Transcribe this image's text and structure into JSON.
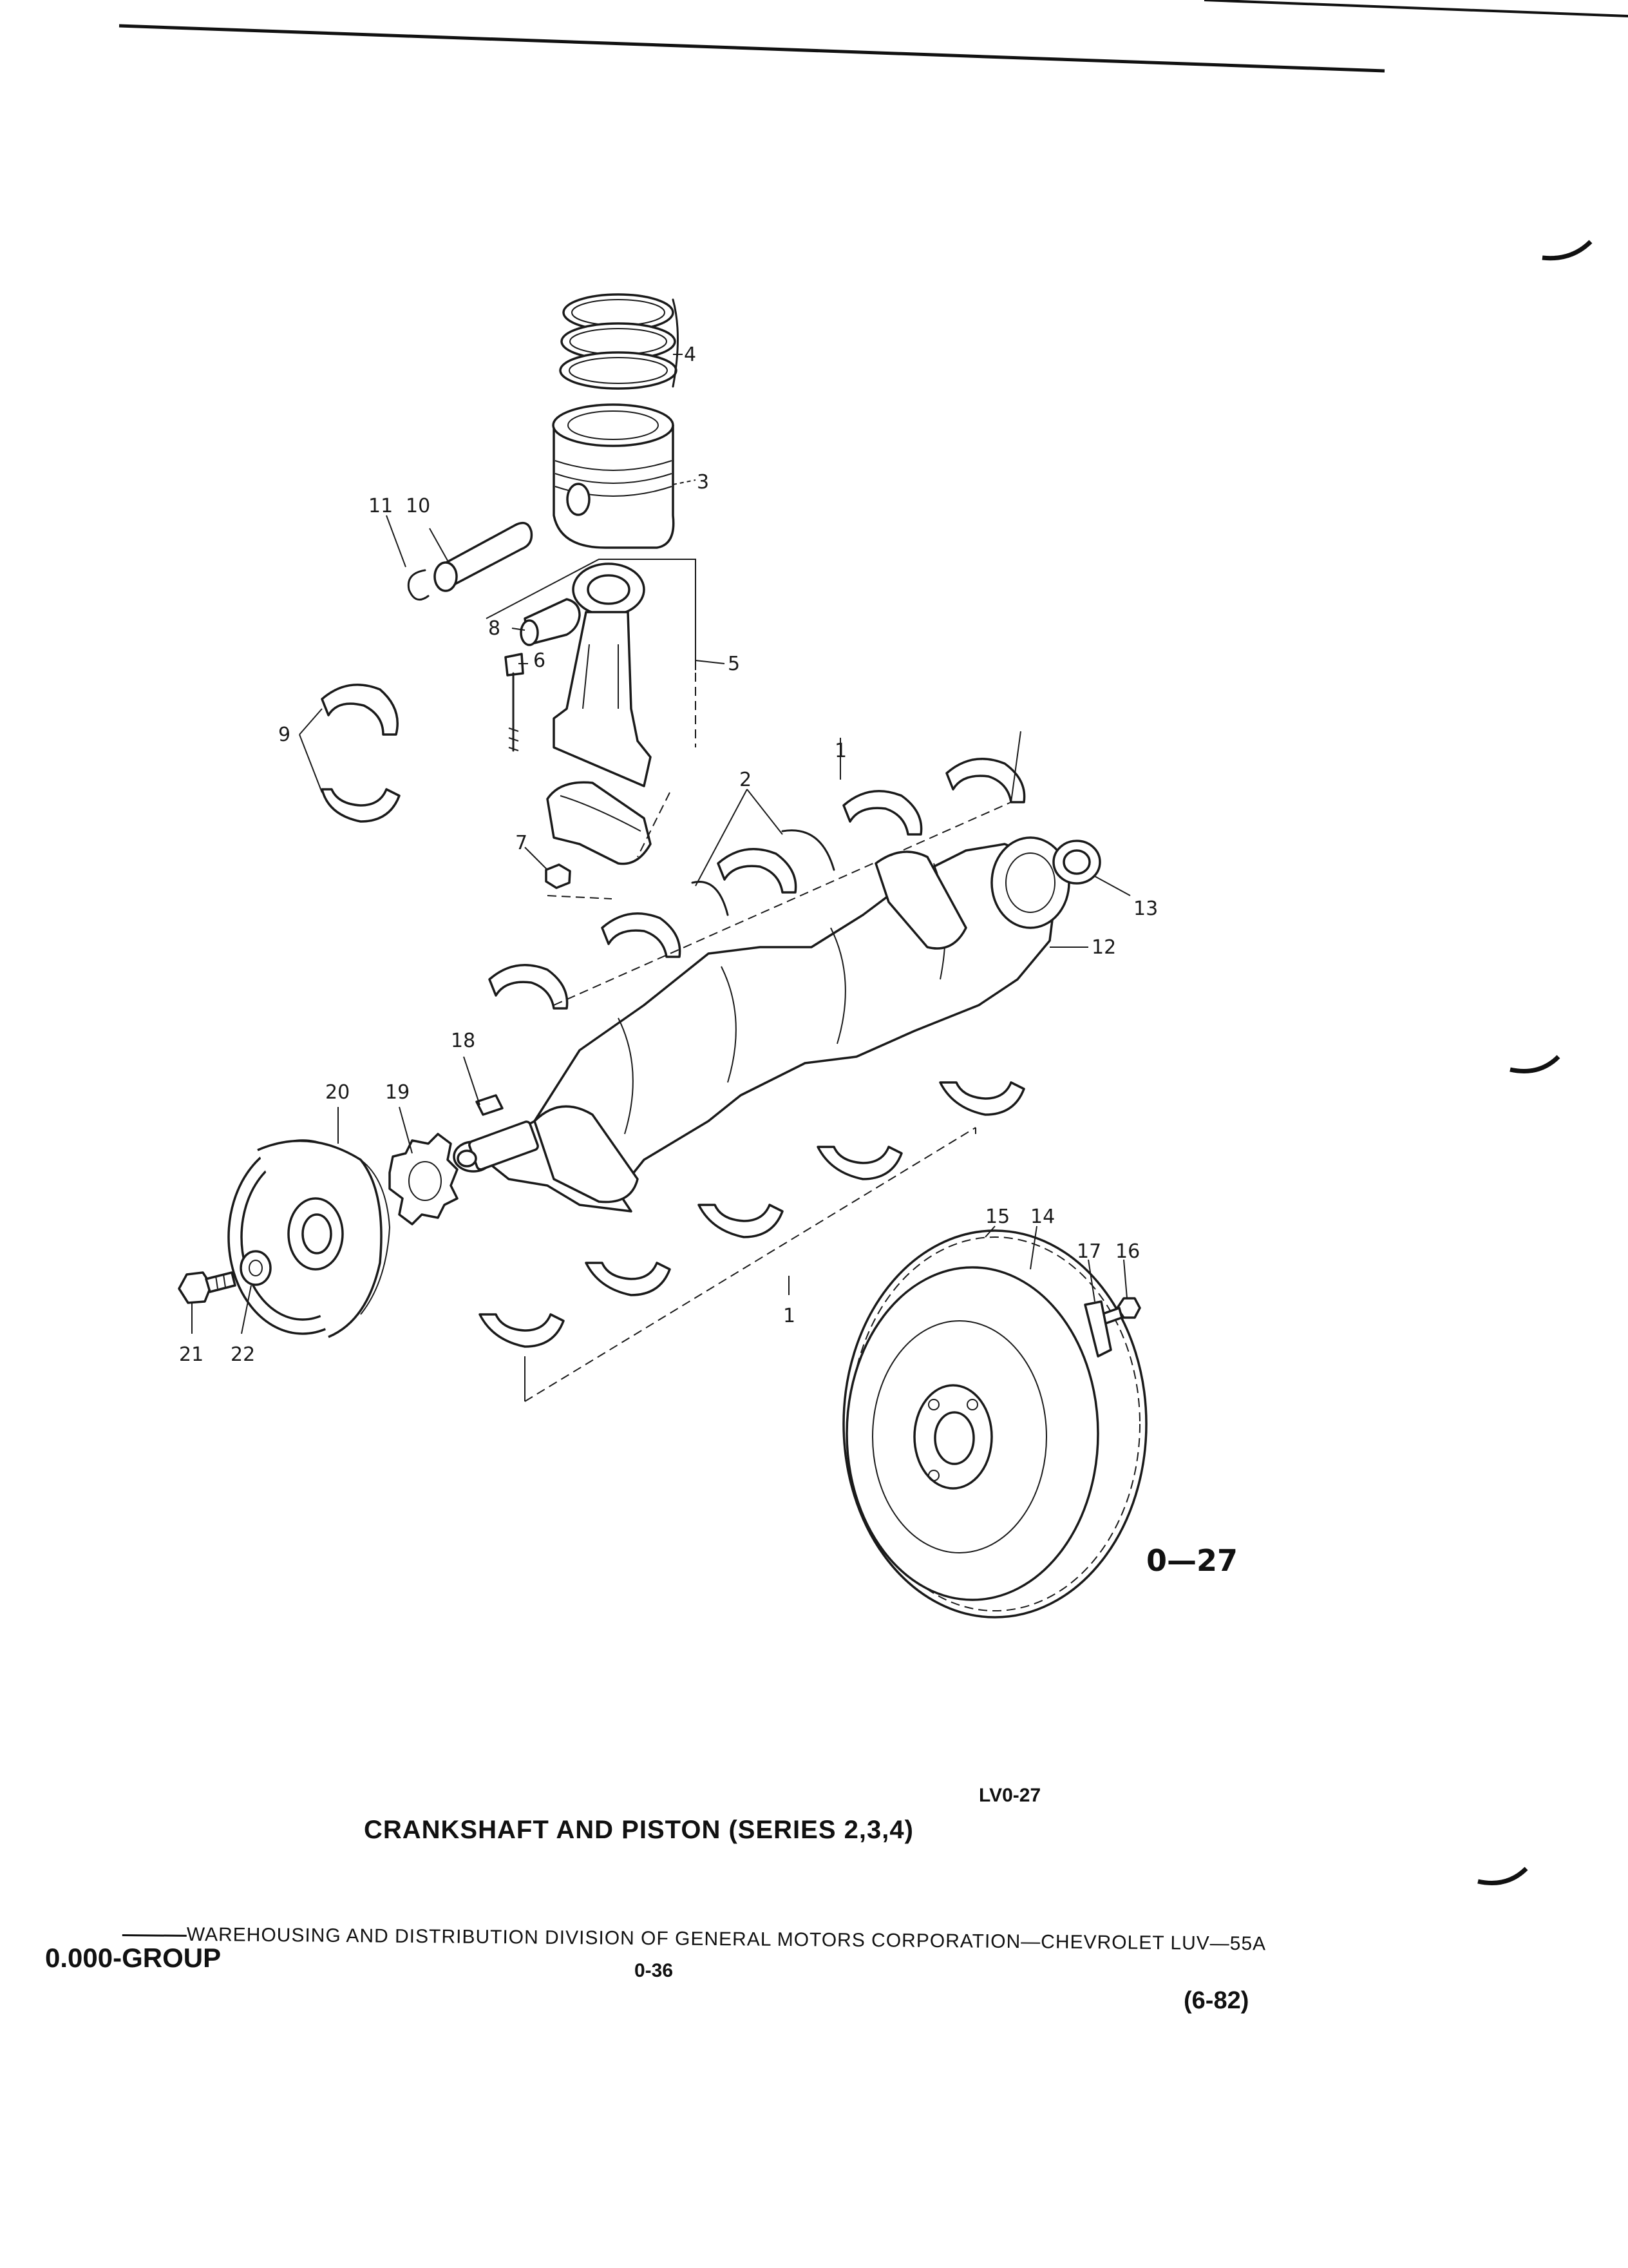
{
  "figure_number": "0—27",
  "reference_code": "LV0-27",
  "caption": "CRANKSHAFT AND PISTON (SERIES 2,3,4)",
  "footer": {
    "division_line": "WAREHOUSING AND DISTRIBUTION  DIVISION OF GENERAL MOTORS CORPORATION—CHEVROLET LUV—55A",
    "group": "0.000-GROUP",
    "page": "0-36",
    "revision": "(6-82)"
  },
  "callouts": {
    "c1a": "1",
    "c1b": "1",
    "c2": "2",
    "c3": "3",
    "c4": "4",
    "c5": "5",
    "c6": "6",
    "c7": "7",
    "c8": "8",
    "c9": "9",
    "c10": "10",
    "c11": "11",
    "c12": "12",
    "c13": "13",
    "c14": "14",
    "c15": "15",
    "c16": "16",
    "c17": "17",
    "c18": "18",
    "c19": "19",
    "c20": "20",
    "c21": "21",
    "c22": "22"
  }
}
